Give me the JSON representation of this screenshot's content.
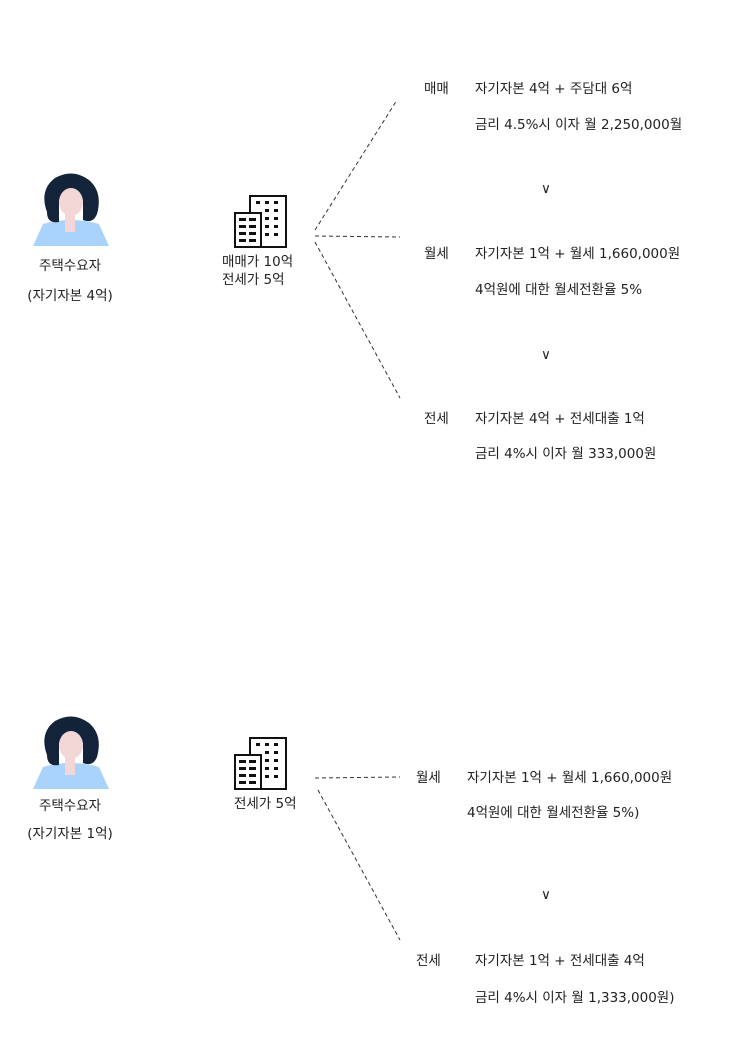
{
  "scenario1": {
    "person": {
      "title": "주택수요자",
      "capital": "(자기자본 4억)"
    },
    "building": {
      "sale_price": "매매가 10억",
      "jeonse_price": "전세가 5억"
    },
    "options": [
      {
        "label": "매매",
        "line1": "자기자본 4억 + 주담대 6억",
        "line2": "금리 4.5%시 이자 월 2,250,000월"
      },
      {
        "label": "월세",
        "line1": "자기자본 1억 + 월세 1,660,000원",
        "line2": "4억원에 대한 월세전환율 5%"
      },
      {
        "label": "전세",
        "line1": "자기자본 4억 + 전세대출 1억",
        "line2": "금리 4%시 이자 월 333,000원"
      }
    ],
    "comparator": "∨"
  },
  "scenario2": {
    "person": {
      "title": "주택수요자",
      "capital": "(자기자본 1억)"
    },
    "building": {
      "jeonse_price": "전세가 5억"
    },
    "options": [
      {
        "label": "월세",
        "line1": "자기자본 1억 + 월세 1,660,000원",
        "line2": "4억원에 대한 월세전환율 5%)"
      },
      {
        "label": "전세",
        "line1": "자기자본 1억 + 전세대출 4억",
        "line2": "금리 4%시 이자 월 1,333,000원)"
      }
    ],
    "comparator": "∨"
  },
  "colors": {
    "hair": "#13233a",
    "shirt": "#a9d3fa",
    "skin": "#f3d6d6",
    "line": "#333333"
  }
}
